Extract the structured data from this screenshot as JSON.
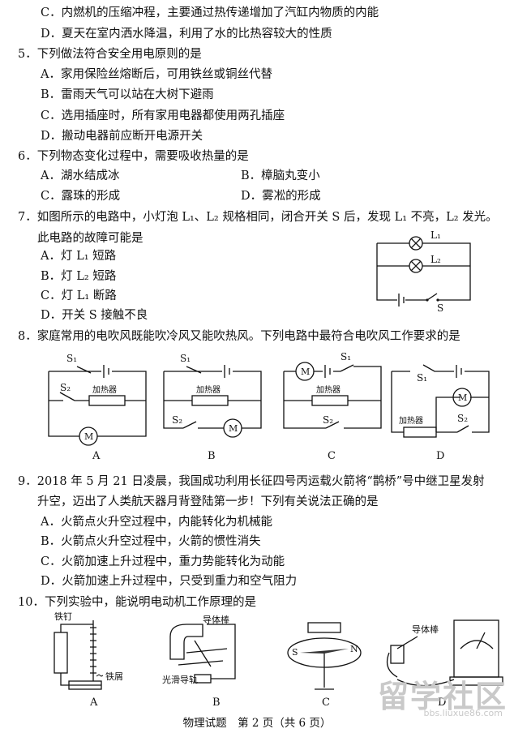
{
  "q4_options": [
    "C．内燃机的压缩冲程，主要通过热传递增加了汽缸内物质的内能",
    "D．夏天在室内洒水降温，利用了水的比热容较大的性质"
  ],
  "q5": {
    "stem": "5．下列做法符合安全用电原则的是",
    "options": [
      "A．家用保险丝熔断后，可用铁丝或铜丝代替",
      "B．雷雨天气可以站在大树下避雨",
      "C．选用插座时，所有家用电器都使用两孔插座",
      "D．搬动电器前应断开电源开关"
    ]
  },
  "q6": {
    "stem": "6．下列物态变化过程中，需要吸收热量的是",
    "options": [
      "A．湖水结成冰",
      "B．樟脑丸变小",
      "C．露珠的形成",
      "D．雾凇的形成"
    ]
  },
  "q7": {
    "stem1": "7．如图所示的电路中，小灯泡 L₁、L₂ 规格相同，闭合开关 S 后，发现 L₁ 不亮，L₂ 发光。",
    "stem2": "此电路的故障可能是",
    "options": [
      "A．灯 L₁ 短路",
      "B．灯 L₂ 短路",
      "C．灯 L₁ 断路",
      "D．开关 S 接触不良"
    ],
    "fig": {
      "l1": "L₁",
      "l2": "L₂",
      "s": "S"
    }
  },
  "q8": {
    "stem": "8．家庭常用的电吹风既能吹冷风又能吹热风。下列电路中最符合电吹风工作要求的是",
    "fig": {
      "s1": "S₁",
      "s2": "S₂",
      "heater": "加热器",
      "motor": "M",
      "labels": [
        "A",
        "B",
        "C",
        "D"
      ]
    }
  },
  "q9": {
    "stem1": "9．2018 年 5 月 21 日凌晨，我国成功利用长征四号丙运载火箭将“鹊桥”号中继卫星发射",
    "stem2": "升空，迈出了人类航天器月背登陆第一步！下列有关说法正确的是",
    "options": [
      "A．火箭点火升空过程中，内能转化为机械能",
      "B．火箭点火升空过程中，火箭的惯性消失",
      "C．火箭加速上升过程中，重力势能转化为动能",
      "D．火箭加速上升过程中，只受到重力和空气阻力"
    ]
  },
  "q10": {
    "stem": "10．下列实验中，能说明电动机工作原理的是",
    "fig": {
      "nail": "铁钉",
      "filings": "铁屑",
      "rod": "导体棒",
      "rail": "光滑导轨",
      "rod2": "导体棒",
      "s": "S",
      "n": "N",
      "labels": [
        "A",
        "B",
        "C",
        "D"
      ]
    }
  },
  "footer": "物理试题　第 2 页（共 6 页）",
  "watermark": {
    "text": "留学社区",
    "url": "bbs.liuxue86.com"
  }
}
